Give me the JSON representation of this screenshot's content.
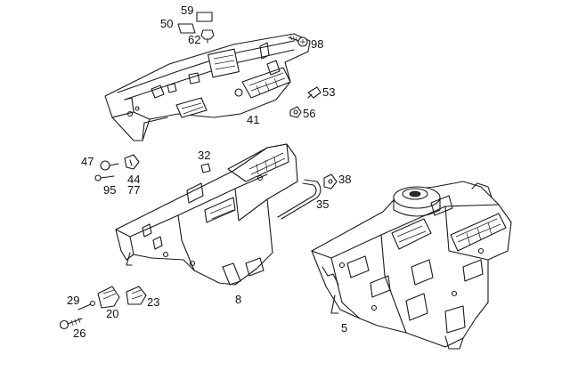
{
  "callouts": [
    {
      "id": "c59",
      "text": "59"
    },
    {
      "id": "c50",
      "text": "50"
    },
    {
      "id": "c62",
      "text": "62"
    },
    {
      "id": "c98",
      "text": "98"
    },
    {
      "id": "c53",
      "text": "53"
    },
    {
      "id": "c56",
      "text": "56"
    },
    {
      "id": "c41",
      "text": "41"
    },
    {
      "id": "c32",
      "text": "32"
    },
    {
      "id": "c47",
      "text": "47"
    },
    {
      "id": "c44",
      "text": "44"
    },
    {
      "id": "c77",
      "text": "77"
    },
    {
      "id": "c95",
      "text": "95"
    },
    {
      "id": "c38",
      "text": "38"
    },
    {
      "id": "c35",
      "text": "35"
    },
    {
      "id": "c8",
      "text": "8"
    },
    {
      "id": "c29",
      "text": "29"
    },
    {
      "id": "c20",
      "text": "20"
    },
    {
      "id": "c23",
      "text": "23"
    },
    {
      "id": "c26",
      "text": "26"
    },
    {
      "id": "c5",
      "text": "5"
    }
  ]
}
